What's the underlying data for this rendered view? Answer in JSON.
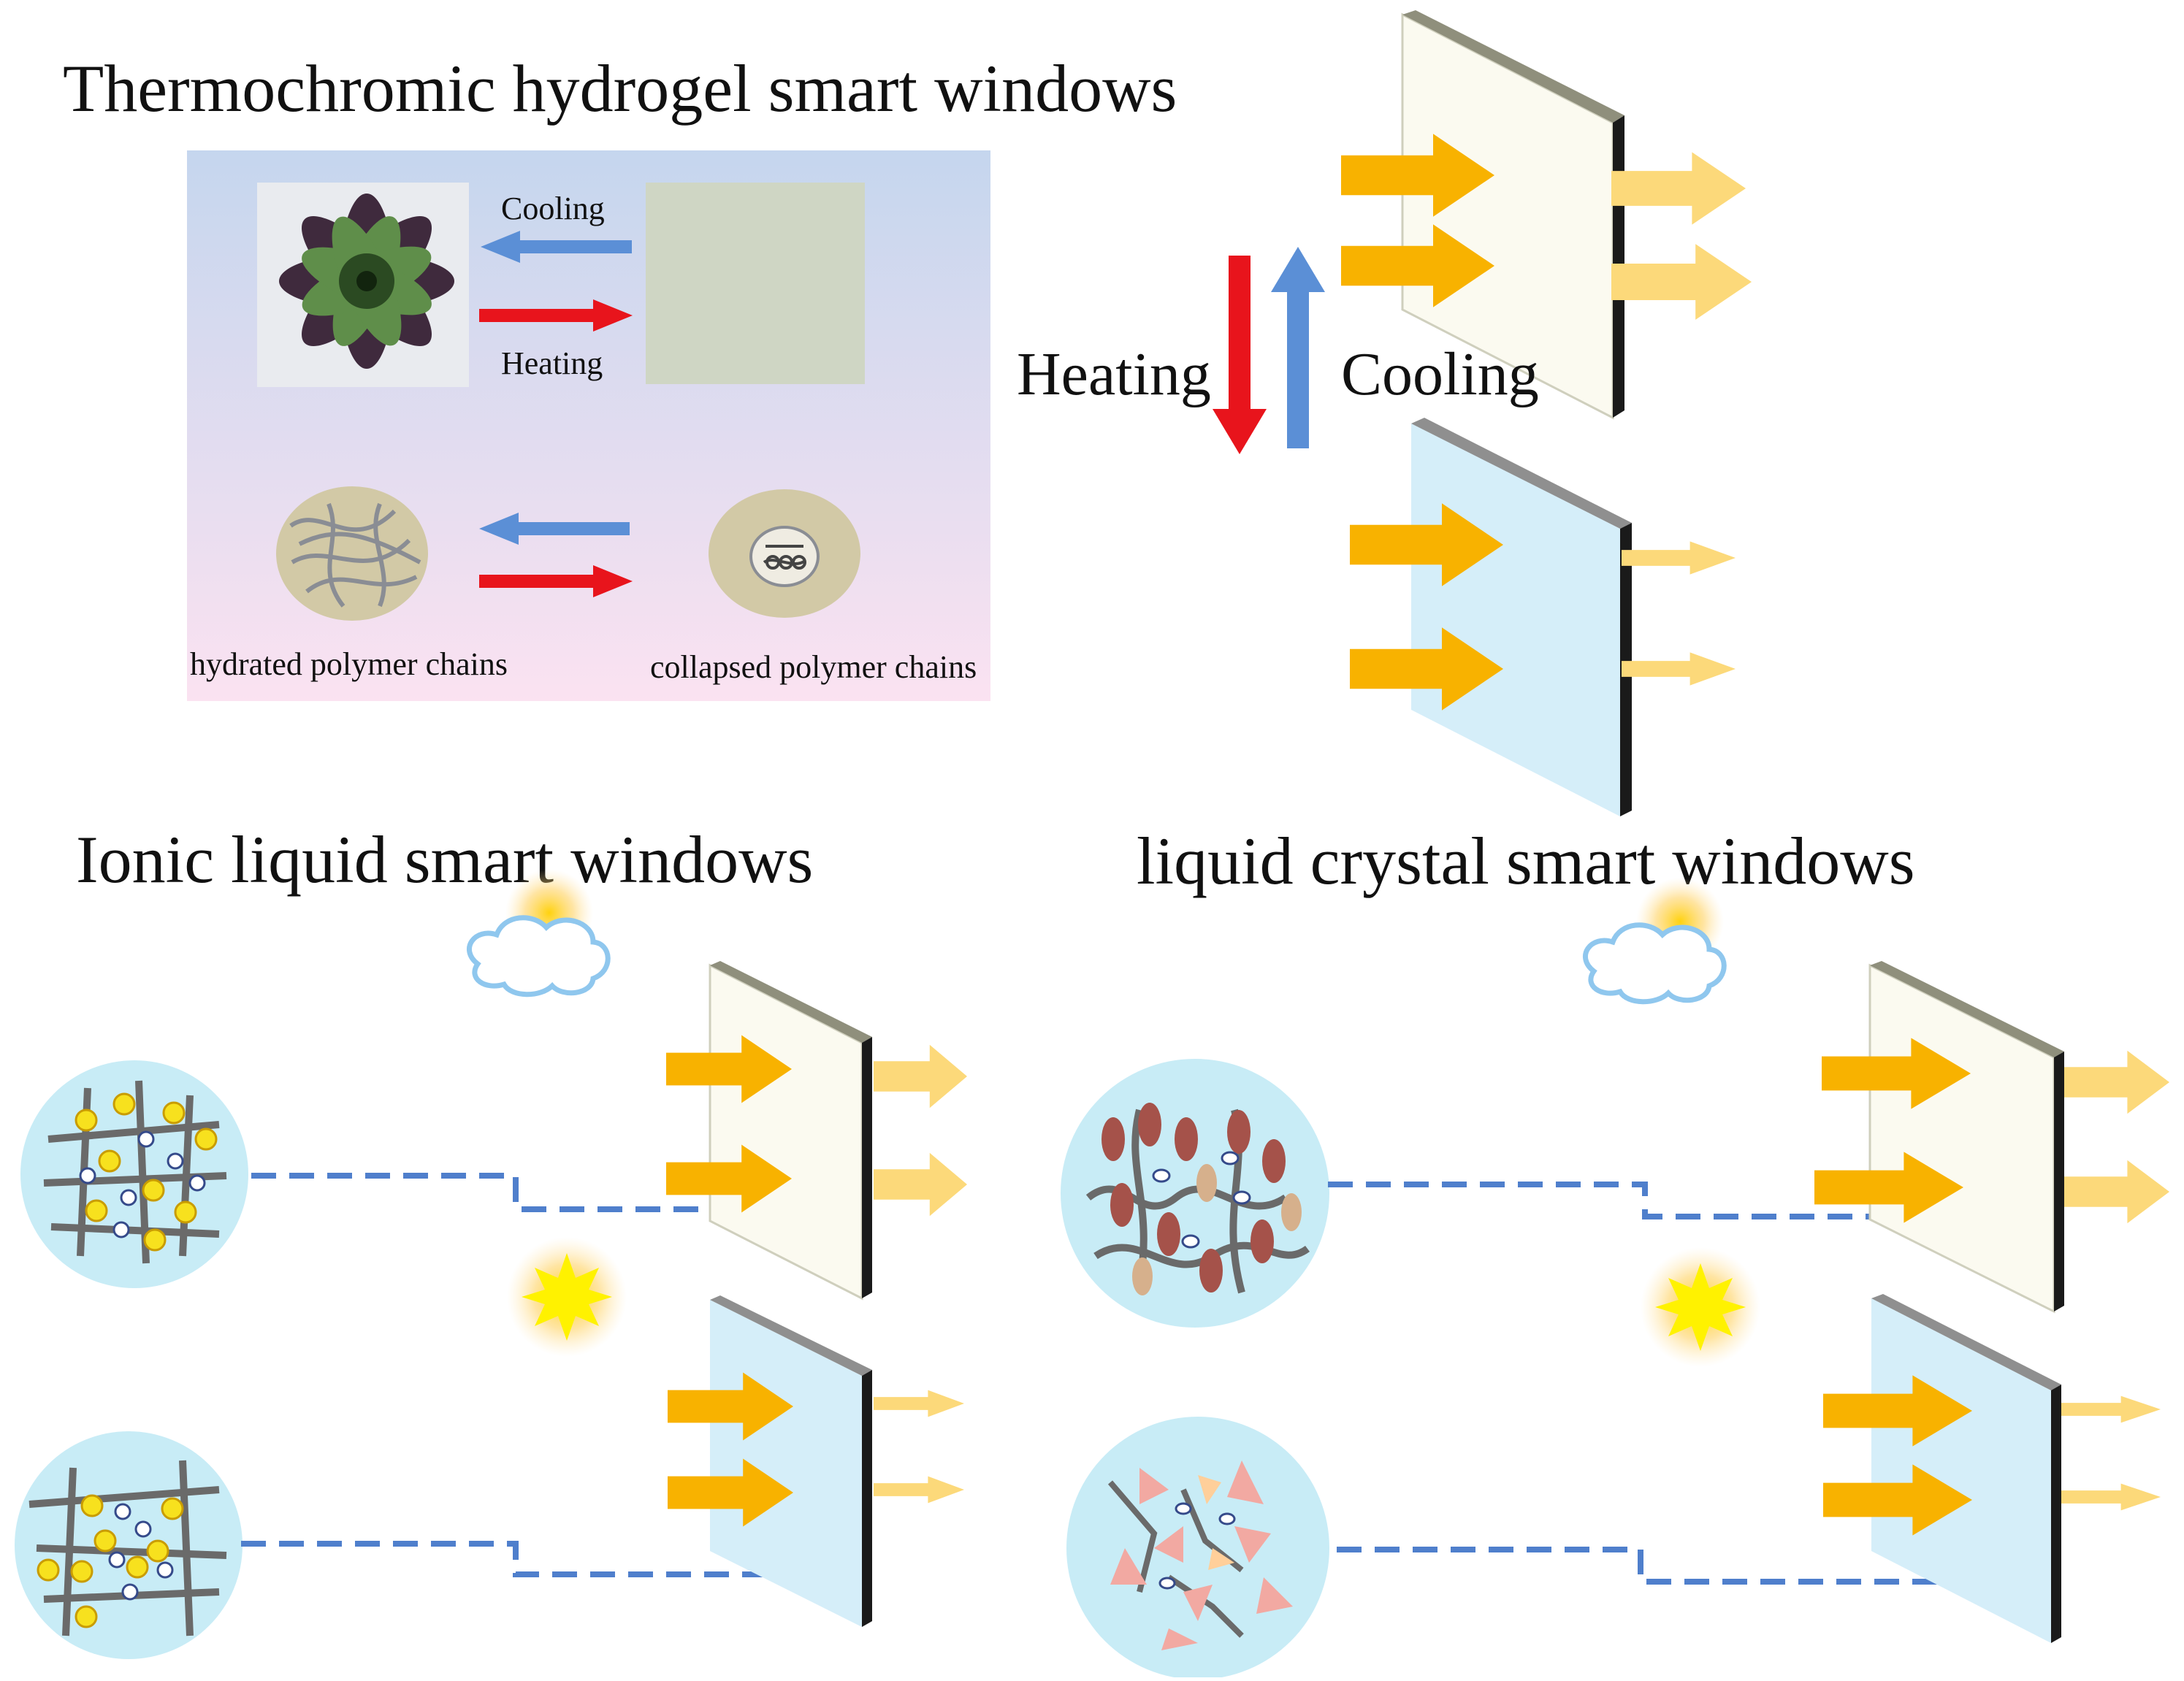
{
  "sections": {
    "hydrogel": {
      "title": "Thermochromic hydrogel smart windows",
      "inset": {
        "cooling_label": "Cooling",
        "heating_label": "Heating",
        "hydrated_label": "hydrated polymer chains",
        "collapsed_label": "collapsed polymer chains"
      },
      "heating_label": "Heating",
      "cooling_label": "Cooling"
    },
    "ionic_liquid": {
      "title": "Ionic liquid smart windows"
    },
    "liquid_crystal": {
      "title": "liquid crystal smart windows"
    }
  },
  "colors": {
    "heating_arrow": "#e8141c",
    "cooling_arrow": "#5b8fd6",
    "light_arrow": "#f8b200",
    "light_arrow_faded": "#fcd97a",
    "clear_panel": "#fbfaf0",
    "tinted_panel": "#d5eef9",
    "panel_edge": "#1a1a1a",
    "panel_top": "#8f8f7c",
    "dashed_line": "#4f7fcc",
    "inset_top": "#c5d6ee",
    "inset_bottom": "#fbe2f1",
    "circle_fill": "#c8ecf6"
  },
  "icons": [
    "succulent-plant-photo",
    "hydrogel-film-photo",
    "polymer-chain-icon",
    "cloud-icon",
    "sun-icon",
    "smart-window-icon"
  ]
}
